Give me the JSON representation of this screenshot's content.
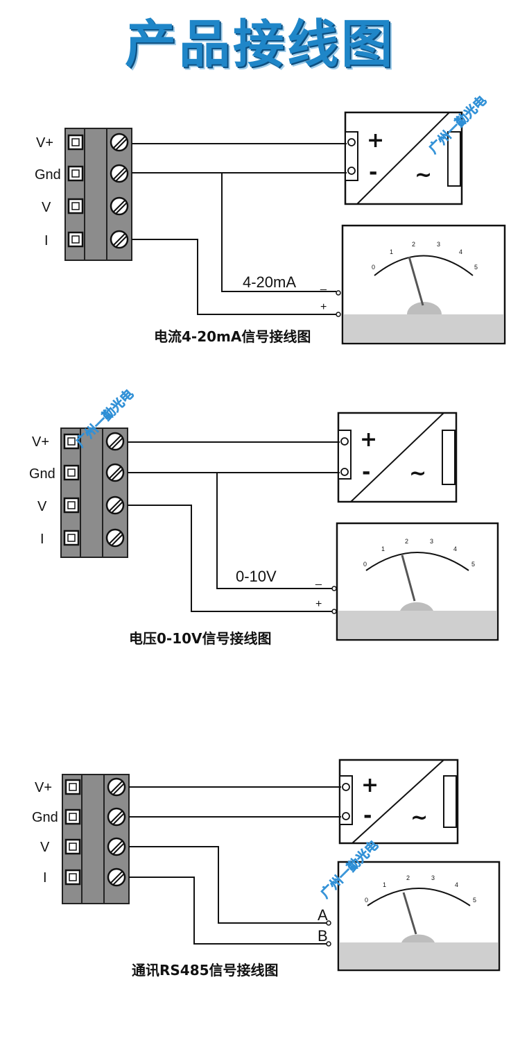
{
  "title": "产品接线图",
  "terminal_labels": [
    "V+",
    "Gnd",
    "V",
    "I"
  ],
  "signs": {
    "plus": "+",
    "minus": "-",
    "wave": "~",
    "meter_minus": "_",
    "meter_plus": "+"
  },
  "meter_scale": [
    "0",
    "1",
    "2",
    "3",
    "4",
    "5"
  ],
  "watermark": "广州一勤光电",
  "diagrams": [
    {
      "caption": "电流4-20mA信号接线图",
      "signal": "4-20mA",
      "meter_top": "_",
      "meter_bottom": "+"
    },
    {
      "caption": "电压0-10V信号接线图",
      "signal": "0-10V",
      "meter_top": "_",
      "meter_bottom": "+"
    },
    {
      "caption": "通讯RS485信号接线图",
      "signal": "",
      "meter_top": "A",
      "meter_bottom": "B"
    }
  ],
  "colors": {
    "title": "#1f86c8",
    "watermark": "#2e8fd6",
    "terminal_body": "#8c8c8c",
    "meter_base": "#cfcfcf"
  }
}
